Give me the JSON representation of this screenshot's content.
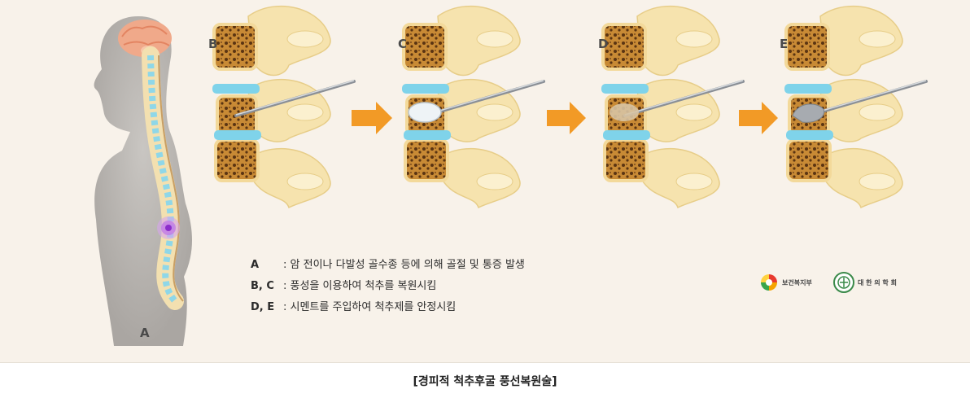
{
  "figure": {
    "stage_labels": {
      "a": "A",
      "b": "B",
      "c": "C",
      "d": "D",
      "e": "E"
    },
    "legend": [
      {
        "key": "A",
        "text": ": 암 전이나 다발성 골수종 등에 의해 골절 및 통증 발생"
      },
      {
        "key": "B, C",
        "text": ": 풍성을 이용하여 척추를 복원시킴"
      },
      {
        "key": "D, E",
        "text": ": 시멘트를 주입하여 척추제를 안정시킴"
      }
    ],
    "logos": [
      {
        "name": "보건복지부",
        "icon": "ministry-logo-icon"
      },
      {
        "name": "대 한 의 학 회",
        "icon": "academy-seal-icon"
      }
    ],
    "colors": {
      "background": "#f8f2ea",
      "silhouette": "#b8b4b0",
      "bone": "#f6e3ae",
      "vertebra_body": "#c4872f",
      "disc": "#7fd3ea",
      "arrow": "#f29a26",
      "pain_marker": "#b35ad8",
      "brain": "#f0a98a"
    }
  },
  "caption": "[경피적 척추후굴 풍선복원술]"
}
